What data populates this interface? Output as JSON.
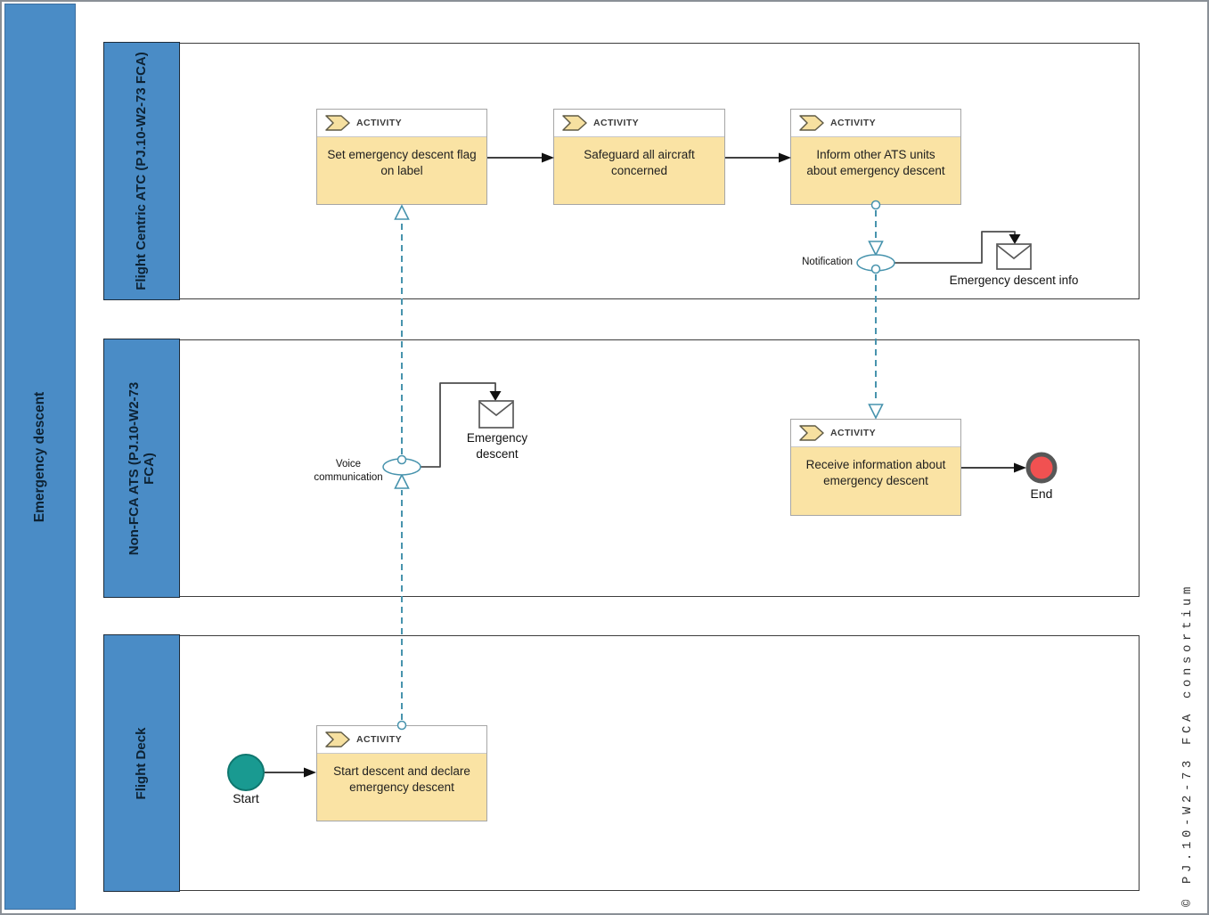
{
  "diagram": {
    "process_title": "Emergency descent",
    "copyright": "© PJ.10-W2-73 FCA consortium"
  },
  "lanes": [
    {
      "label": "Flight Centric ATC (PJ.10-W2-73 FCA)"
    },
    {
      "label": "Non-FCA ATS (PJ.10-W2-73 FCA)"
    },
    {
      "label": "Flight Deck"
    }
  ],
  "activities": [
    {
      "header": "ACTIVITY",
      "name": "Set emergency descent flag on label",
      "lane": "Flight Centric ATC (PJ.10-W2-73 FCA)"
    },
    {
      "header": "ACTIVITY",
      "name": "Safeguard all aircraft concerned",
      "lane": "Flight Centric ATC (PJ.10-W2-73 FCA)"
    },
    {
      "header": "ACTIVITY",
      "name": "Inform other ATS units about emergency descent",
      "lane": "Flight Centric ATC (PJ.10-W2-73 FCA)"
    },
    {
      "header": "ACTIVITY",
      "name": "Receive information about emergency descent",
      "lane": "Non-FCA ATS (PJ.10-W2-73 FCA)"
    },
    {
      "header": "ACTIVITY",
      "name": "Start descent and declare emergency descent",
      "lane": "Flight Deck"
    }
  ],
  "events": {
    "start": {
      "label": "Start"
    },
    "end": {
      "label": "End"
    }
  },
  "message_flows": [
    {
      "label": "Voice communication",
      "from": "Start descent and declare emergency descent",
      "to": "Set emergency descent flag on label"
    },
    {
      "label": "Notification",
      "from": "Inform other ATS units about emergency descent",
      "to": "Receive information about emergency descent"
    }
  ],
  "data_objects": [
    {
      "label": "Emergency descent"
    },
    {
      "label": "Emergency descent info"
    }
  ],
  "colors": {
    "lane_blue": "#4a8cc6",
    "activity_fill": "#fae3a4",
    "flow_teal": "#4793ad",
    "start_fill": "#199a91",
    "end_fill": "#f15151"
  }
}
